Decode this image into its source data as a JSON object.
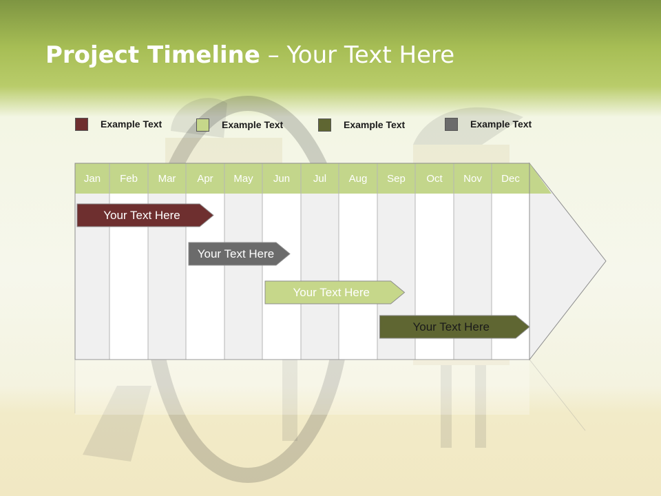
{
  "title": {
    "bold": "Project Timeline",
    "rest": " – Your Text Here"
  },
  "legend": [
    {
      "label": "Example Text",
      "color": "#6e2f2f"
    },
    {
      "label": "Example Text",
      "color": "#c6d78a"
    },
    {
      "label": "Example Text",
      "color": "#5f6632"
    },
    {
      "label": "Example Text",
      "color": "#6b6b6b"
    }
  ],
  "months": [
    "Jan",
    "Feb",
    "Mar",
    "Apr",
    "May",
    "Jun",
    "Jul",
    "Aug",
    "Sep",
    "Oct",
    "Nov",
    "Dec"
  ],
  "colors": {
    "header": "#c3d68b",
    "column_light": "#f0f0f0",
    "column_white": "#ffffff",
    "border": "#9a9a9a"
  },
  "bars": [
    {
      "label": "Your  Text Here",
      "color": "#6e2f2f",
      "text_color": "#ffffff",
      "start_month": "Jan",
      "end_month": "Apr"
    },
    {
      "label": "Your  Text Here",
      "color": "#6b6b6b",
      "text_color": "#ffffff",
      "start_month": "Apr",
      "end_month": "Jun"
    },
    {
      "label": "Your  Text Here",
      "color": "#c6d78a",
      "text_color": "#ffffff",
      "start_month": "Jun",
      "end_month": "Sep"
    },
    {
      "label": "Your  Text Here",
      "color": "#5f6632",
      "text_color": "#1a1a1a",
      "start_month": "Sep",
      "end_month": "Dec"
    }
  ]
}
